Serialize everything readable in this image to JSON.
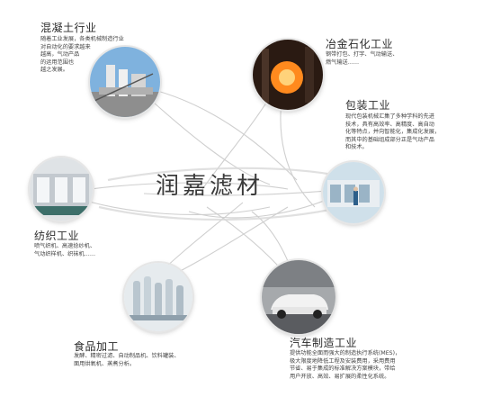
{
  "center": {
    "brand": "润嘉滤材"
  },
  "industries": {
    "concrete": {
      "title": "混凝土行业",
      "lines": [
        "随着工业发展，各类机械制造行业",
        "对自动化的要求越来",
        "越高，气动产品",
        "的运用范围也",
        "越之发展。"
      ]
    },
    "metallurgy": {
      "title": "冶金石化工业",
      "lines": [
        "钢带打包、打字、气动输送、",
        "燃气输送……"
      ]
    },
    "packaging": {
      "title": "包装工业",
      "lines": [
        "现代包装机械汇集了多种学科的先进",
        "技术，具有高效率、高精度、高自动",
        "化等特点，并向智能化，集成化发展，",
        "而其中的基础组成部分正是气动产品",
        "和技术。"
      ]
    },
    "textile": {
      "title": "纺织工业",
      "lines": [
        "喷气织机、高速捻纱机、",
        "气动织样机、织袜机……"
      ]
    },
    "food": {
      "title": "食品加工",
      "lines": [
        "发酵、精密过滤、自动制品机、饮料罐装、",
        "面用烘氧机、蒸煮分析。"
      ]
    },
    "automotive": {
      "title": "汽车制造工业",
      "lines": [
        "提供功能全面而强大的制造执行系统(MES)，",
        "极大限度地降低工程及安装费用，采用费用",
        "节省、易于集成的标准解决方案模块，带给",
        "用户开放、高效、易扩展的柔性化系统。"
      ]
    }
  }
}
